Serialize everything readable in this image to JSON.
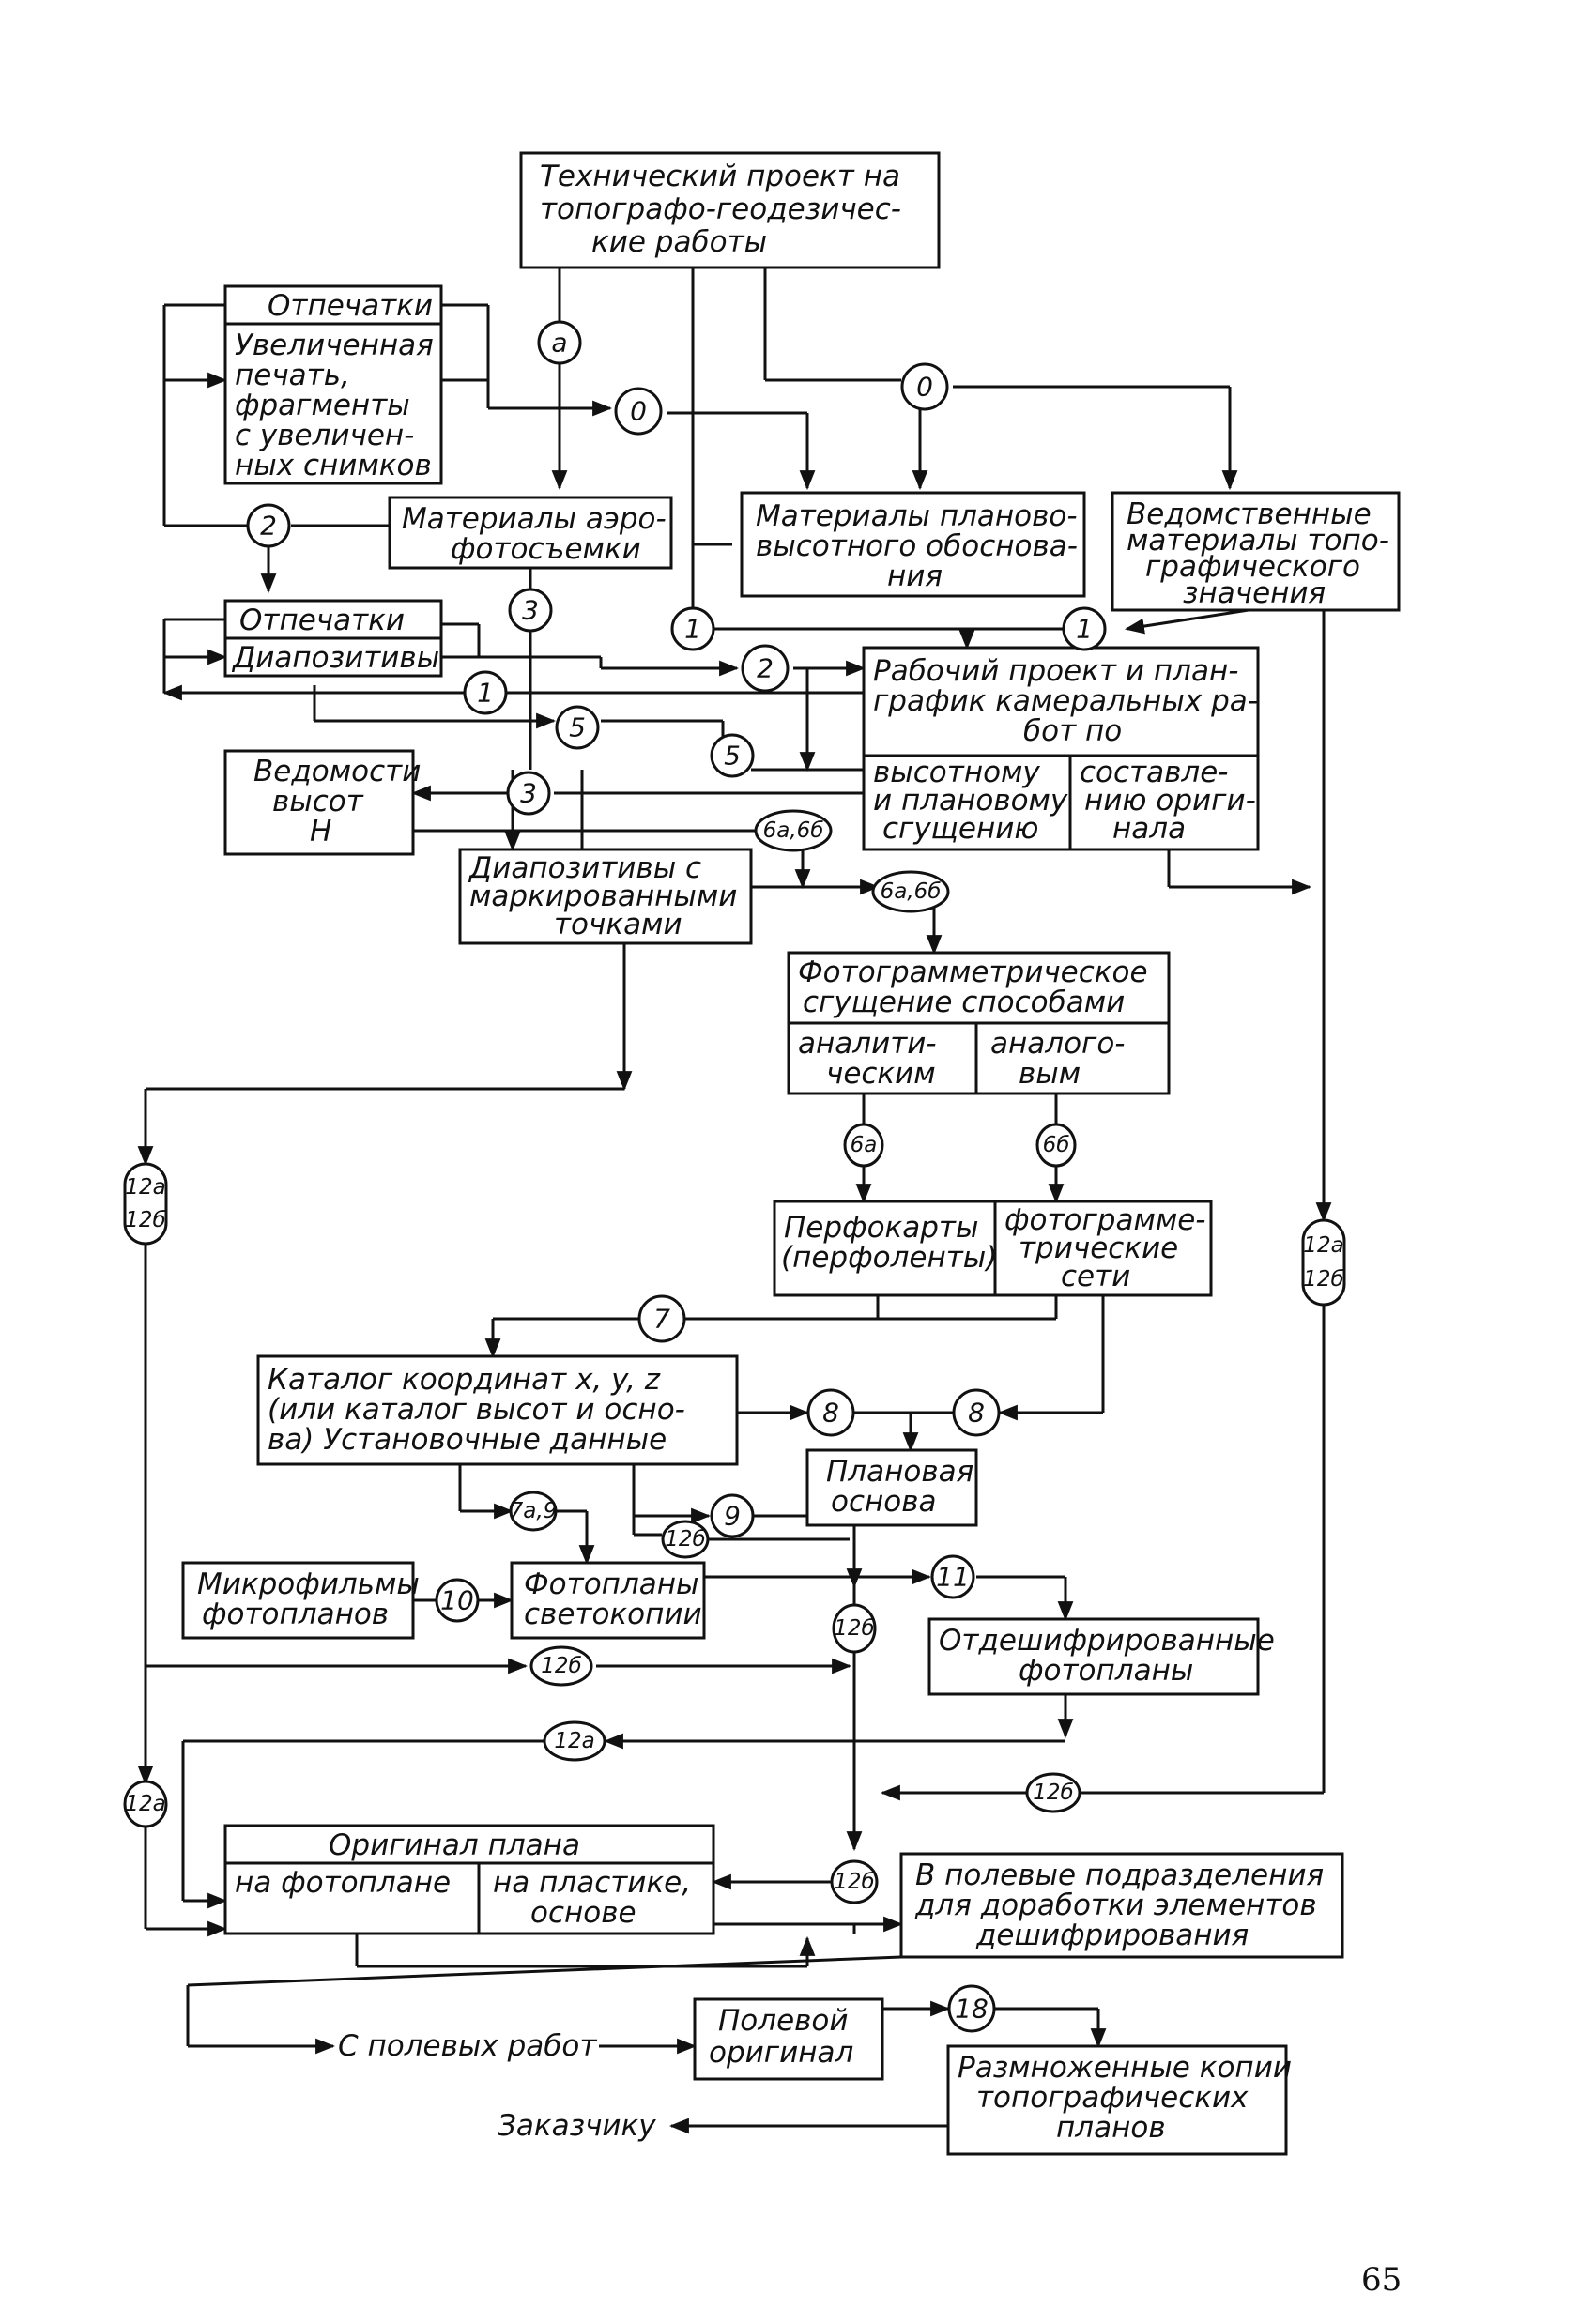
{
  "boxes": {
    "tech_project": [
      "Технический проект на",
      "топографо-геодезичес-",
      "кие работы"
    ],
    "prints_top_title": "Отпечатки",
    "enlarged_print": [
      "Увеличенная",
      "печать,",
      "фрагменты",
      "с увеличен-",
      "ных снимков"
    ],
    "aerial_materials": [
      "Материалы аэро-",
      "фотосъемки"
    ],
    "plan_height": [
      "Материалы планово-",
      "высотного обоснова-",
      "ния"
    ],
    "dept_materials": [
      "Ведомственные",
      "материалы топо-",
      "графического",
      "значения"
    ],
    "prints_mid": "Отпечатки",
    "diapositives": "Диапозитивы",
    "work_project_title": [
      "Рабочий проект и план-",
      "график камеральных ра-",
      "бот по"
    ],
    "work_project_left": [
      "высотному",
      "и плановому",
      "сгущению"
    ],
    "work_project_right": [
      "составле-",
      "нию ориги-",
      "нала"
    ],
    "height_lists": [
      "Ведомости",
      "высот",
      "Н"
    ],
    "marked_diapositives": [
      "Диапозитивы с",
      "маркированными",
      "точками"
    ],
    "photogram_title": [
      "Фотограмметрическое",
      "сгущение способами"
    ],
    "photogram_left": [
      "аналити-",
      "ческим"
    ],
    "photogram_right": [
      "аналого-",
      "вым"
    ],
    "punch_cards": [
      "Перфокарты",
      "(перфоленты)"
    ],
    "photogram_nets": [
      "фотограмме-",
      "трические",
      "сети"
    ],
    "catalog": [
      "Каталог координат x, y, z",
      "(или каталог высот и осно-",
      "ва)  Установочные данные"
    ],
    "plan_basis": [
      "Плановая",
      "основа"
    ],
    "microfilms": [
      "Микрофильмы",
      "фотопланов"
    ],
    "photoplans": [
      "Фотопланы",
      "светокопии"
    ],
    "decoded_photoplans": [
      "Отдешифрированные",
      "фотопланы"
    ],
    "original_title": "Оригинал плана",
    "original_left": "на фотоплане",
    "original_right": [
      "на пластике,",
      "основе"
    ],
    "field_units": [
      "В полевые подразделения",
      "для доработки элементов",
      "дешифрирования"
    ],
    "field_original": [
      "Полевой",
      "оригинал"
    ],
    "copies": [
      "Размноженные копии",
      "топографических",
      "планов"
    ]
  },
  "circle_labels": {
    "a": "а",
    "zero": "0",
    "c1": "1",
    "c2": "2",
    "c3": "3",
    "c5": "5",
    "c6ab": "6а,6б",
    "c6a": "6а",
    "c6b": "6б",
    "c7": "7",
    "c7a9": "7а,9",
    "c8": "8",
    "c9": "9",
    "c10": "10",
    "c11": "11",
    "c12a": "12а",
    "c12b": "12б",
    "c18": "18"
  },
  "free_text": {
    "from_field": "С полевых работ",
    "to_customer": "Заказчику"
  },
  "page_number": "65"
}
